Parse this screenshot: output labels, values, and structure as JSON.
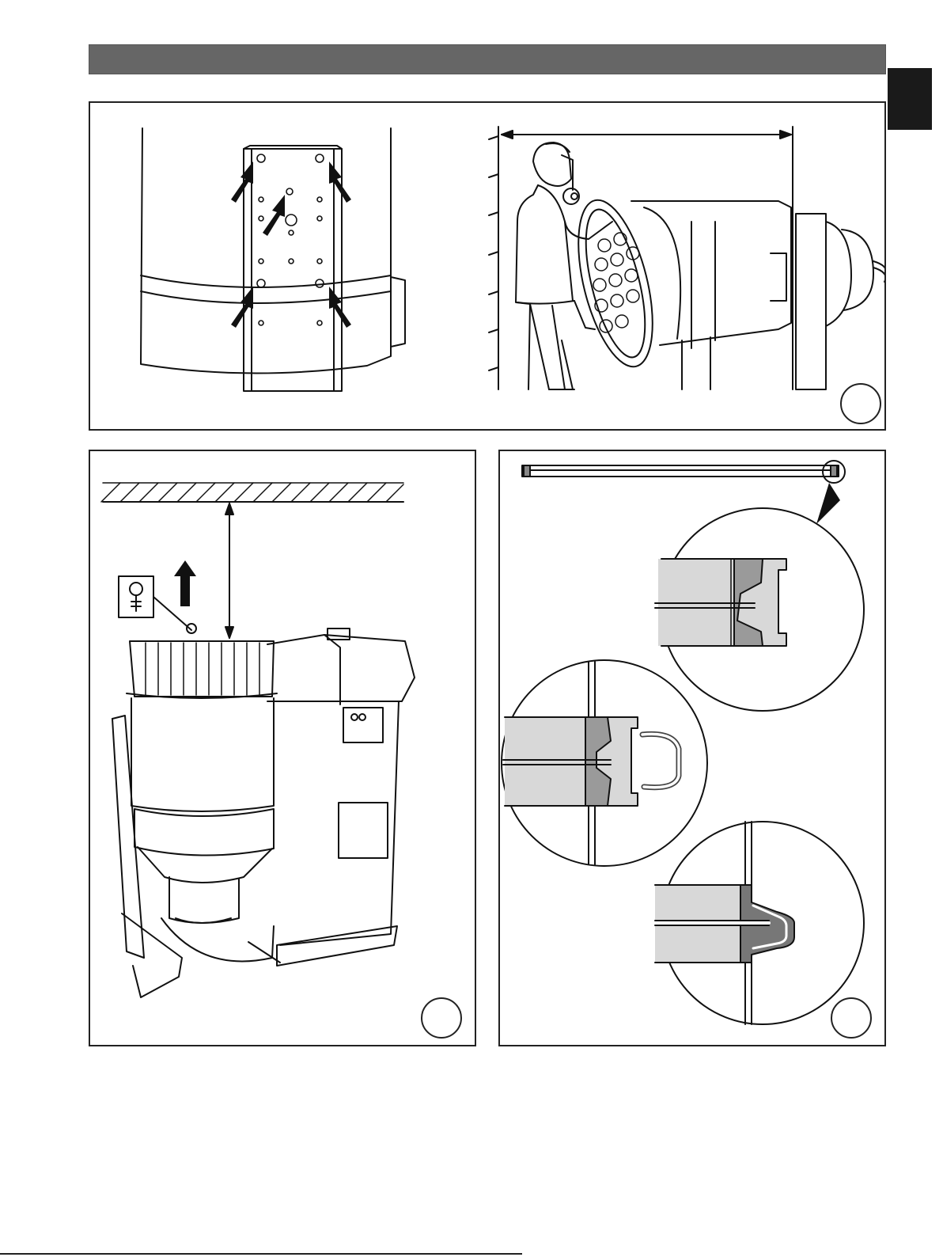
{
  "page": {
    "header": {
      "color": "#666666"
    },
    "side_tab": {
      "color": "#1a1a1a"
    }
  },
  "figures": [
    {
      "id": "figure-top",
      "content": "filter-cylinder-mounting-and-installation"
    },
    {
      "id": "figure-bottom-left",
      "content": "lifting-filter-unit"
    },
    {
      "id": "figure-bottom-right",
      "content": "seal-profile-details"
    }
  ],
  "icons": {
    "arrows": "arrow-icon",
    "eyebolt": "eyebolt-icon",
    "person": "person-with-respirator-icon"
  }
}
